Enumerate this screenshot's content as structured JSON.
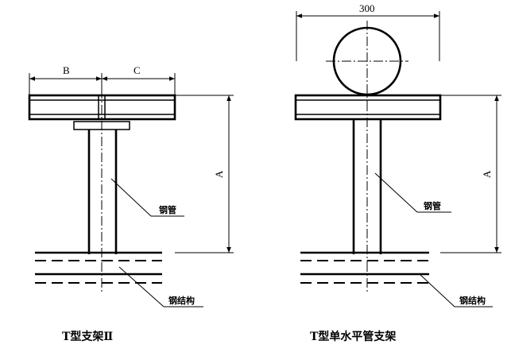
{
  "left": {
    "dim_b": "B",
    "dim_c": "C",
    "dim_a": "A",
    "pipe_label": "钢管",
    "structure_label": "钢结构",
    "title": "T型支架Ⅱ"
  },
  "right": {
    "dim_300": "300",
    "dim_a": "A",
    "pipe_label": "钢管",
    "structure_label": "钢结构",
    "title": "T型单水平管支架"
  }
}
